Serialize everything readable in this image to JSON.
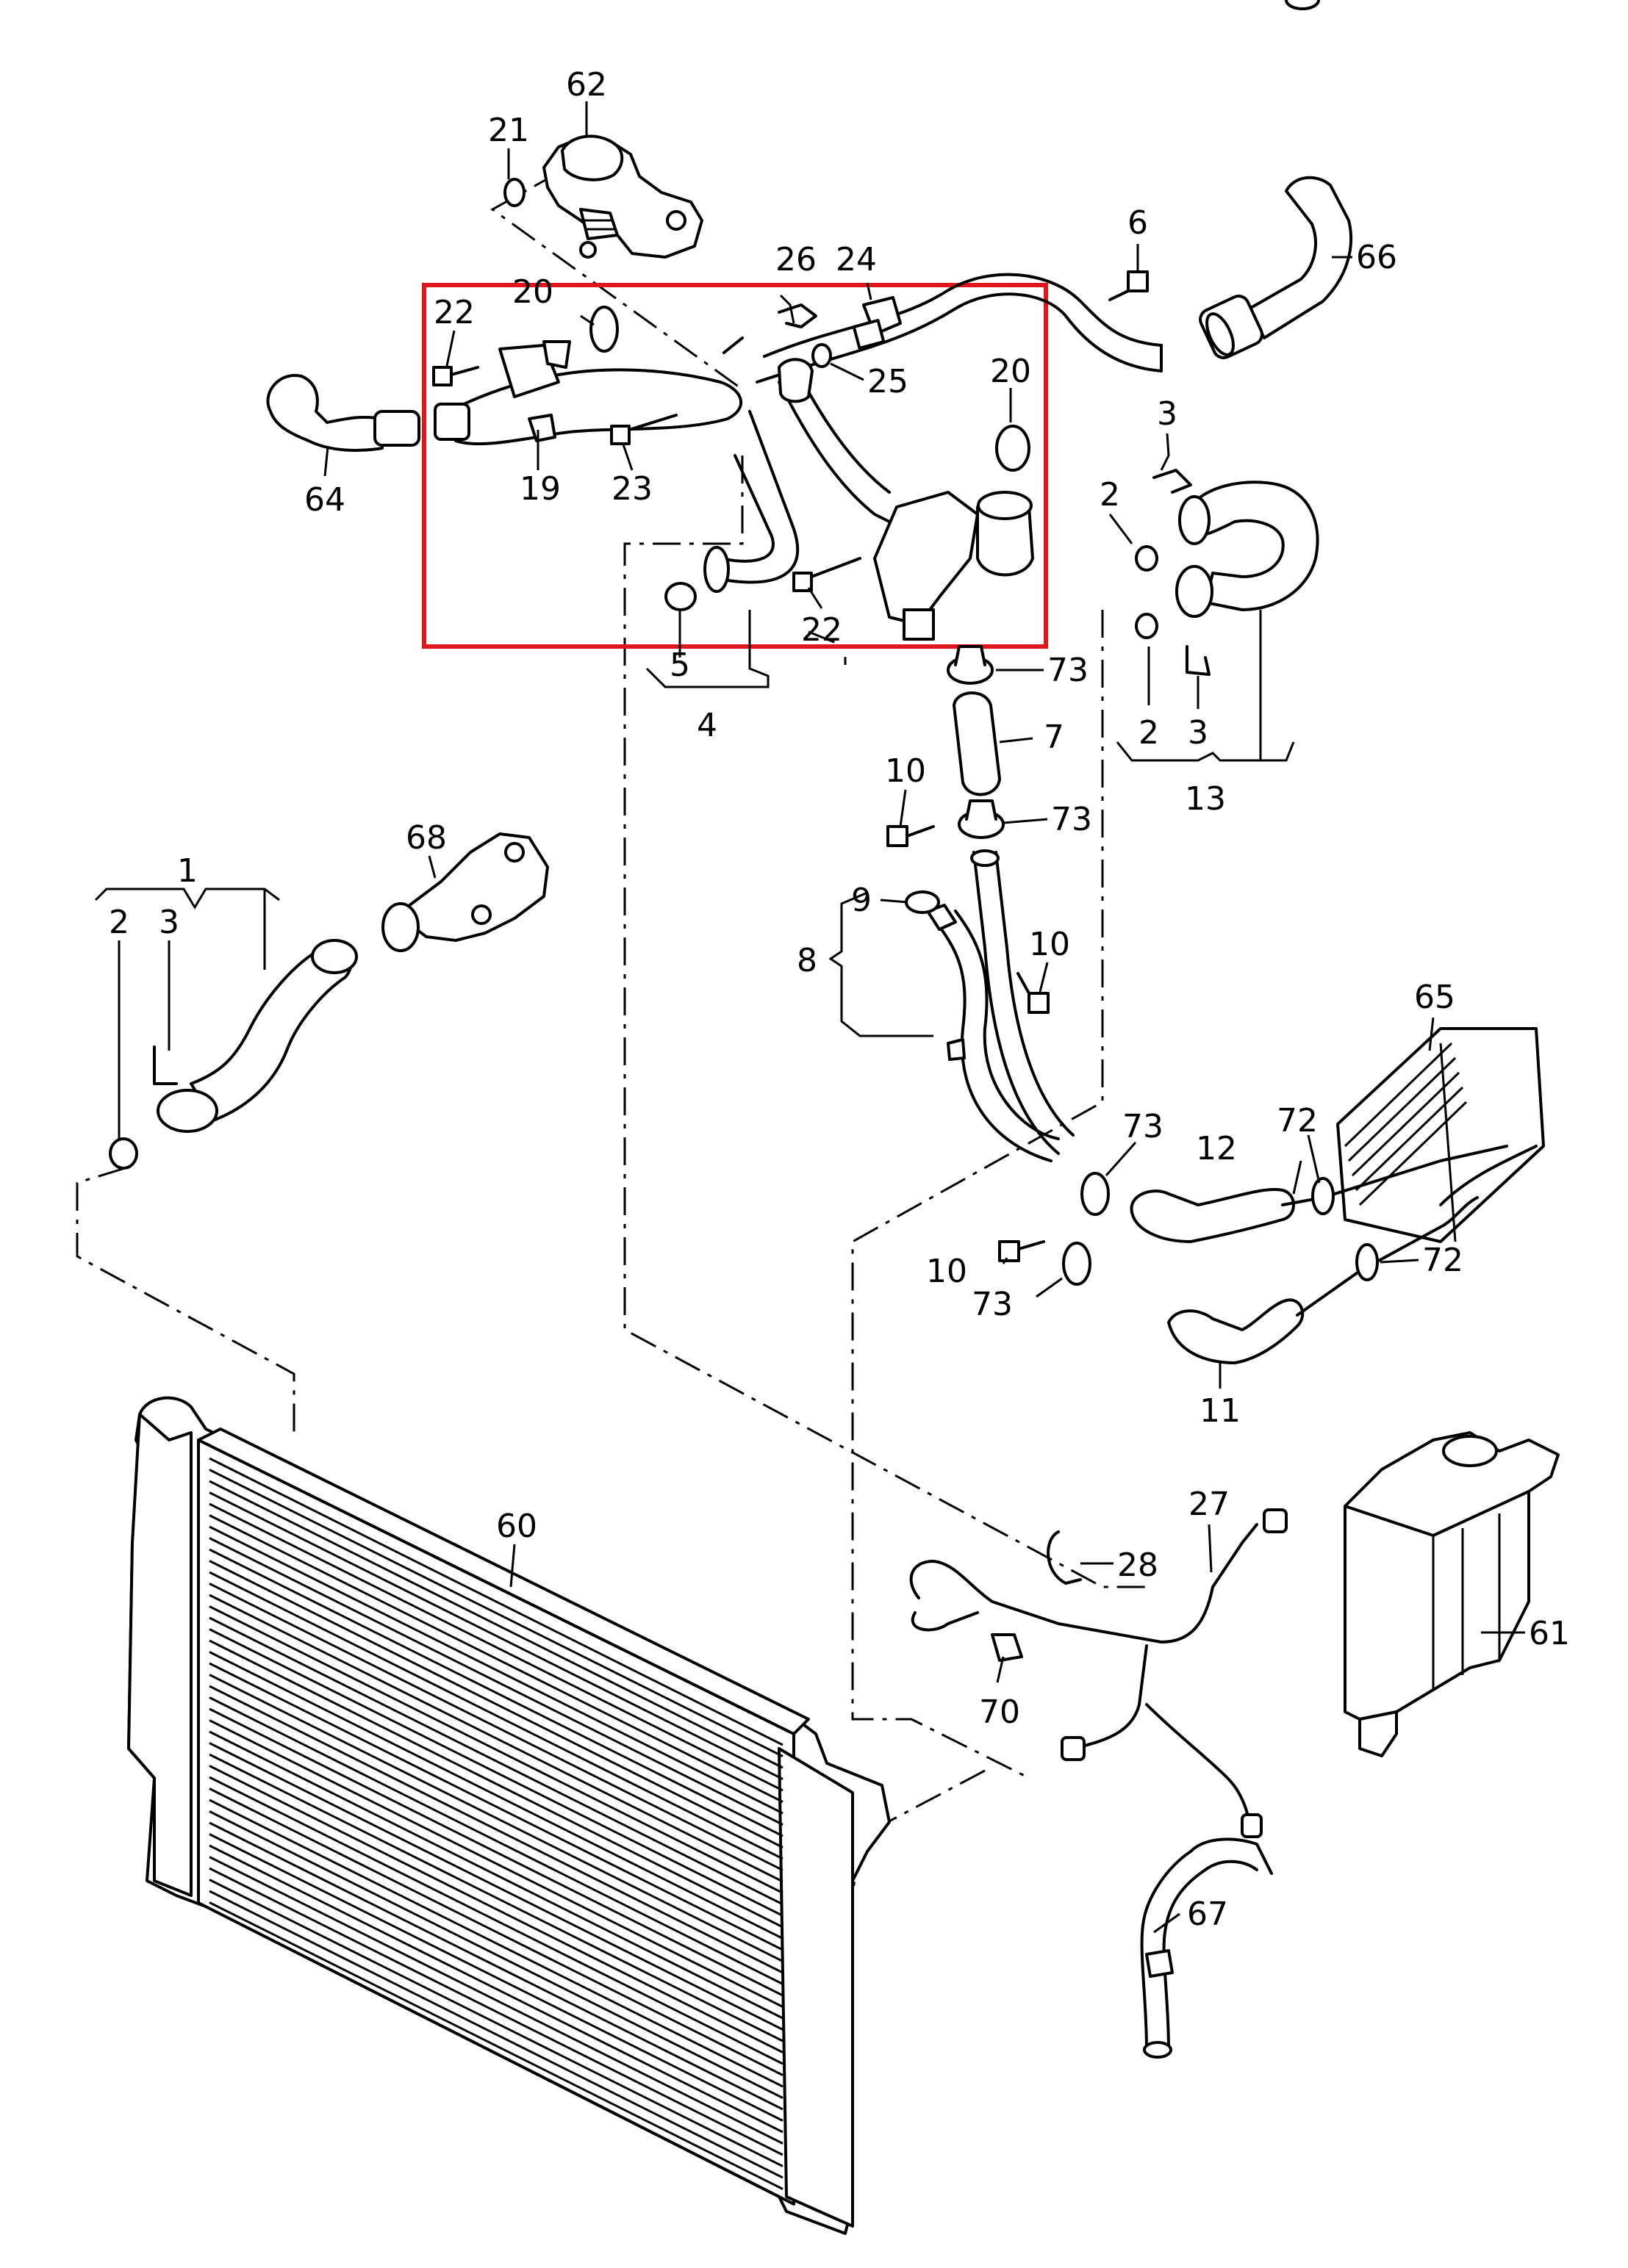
{
  "diagram": {
    "highlight_color": "#e0161c",
    "hose_texture": "dotted",
    "callouts": {
      "c62": "62",
      "c21": "21",
      "c6": "6",
      "c66": "66",
      "c26": "26",
      "c24": "24",
      "c25": "25",
      "c20a": "20",
      "c22a": "22",
      "c19": "19",
      "c23": "23",
      "c20b": "20",
      "c22b": "22",
      "c5": "5",
      "c4": "4",
      "c64": "64",
      "c3a": "3",
      "c2a": "2",
      "c2b": "2",
      "c3b": "3",
      "c13": "13",
      "c73a": "73",
      "c7": "7",
      "c10a": "10",
      "c73b": "73",
      "c9": "9",
      "c8": "8",
      "c10b": "10",
      "c1": "1",
      "c2c": "2",
      "c3c": "3",
      "c68": "68",
      "c65": "65",
      "c73c": "73",
      "c72a": "72",
      "c12": "12",
      "c10c": "10",
      "c73d": "73",
      "c72b": "72",
      "c11": "11",
      "c60": "60",
      "c27": "27",
      "c28": "28",
      "c70": "70",
      "c61": "61",
      "c67": "67"
    }
  }
}
